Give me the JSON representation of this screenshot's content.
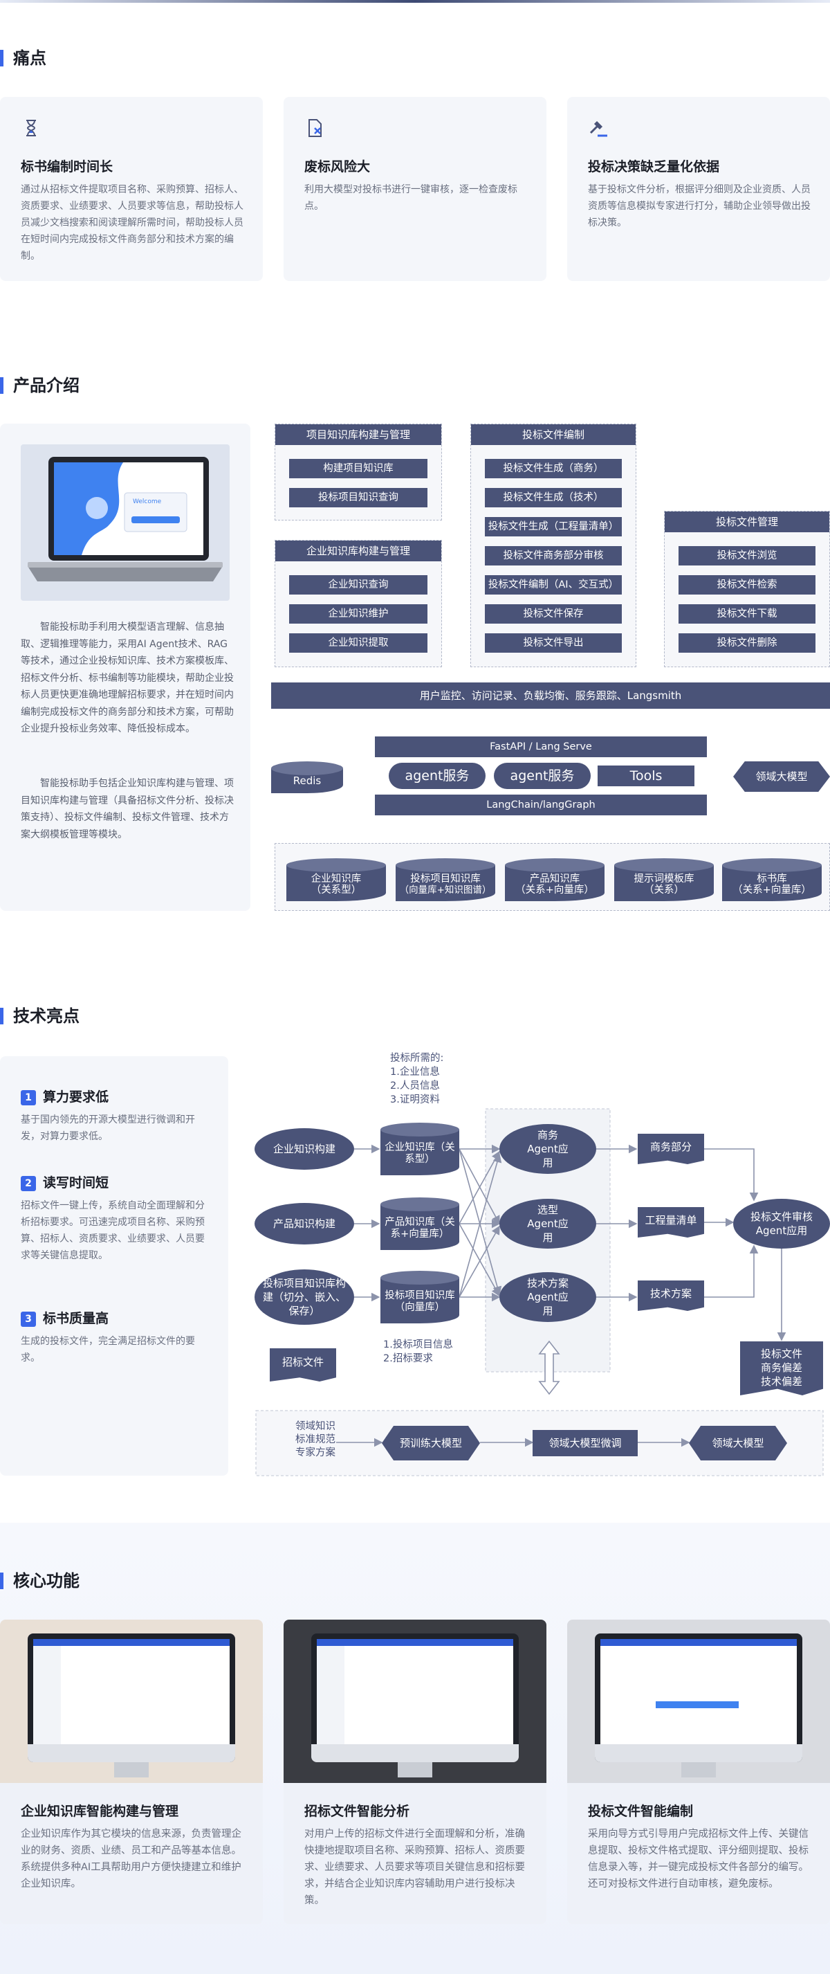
{
  "sections": {
    "pain": "痛点",
    "intro": "产品介绍",
    "tech": "技术亮点",
    "features": "核心功能"
  },
  "pain_cards": [
    {
      "icon": "hourglass-icon",
      "title": "标书编制时间长",
      "desc": "通过从招标文件提取项目名称、采购预算、招标人、资质要求、业绩要求、人员要求等信息，帮助投标人员减少文档搜索和阅读理解所需时间，帮助投标人员在短时间内完成投标文件商务部分和技术方案的编制。"
    },
    {
      "icon": "document-reject-icon",
      "title": "废标风险大",
      "desc": "利用大模型对投标书进行一键审核，逐一检查废标点。"
    },
    {
      "icon": "gavel-icon",
      "title": "投标决策缺乏量化依据",
      "desc": "基于投标文件分析，根据评分细则及企业资质、人员资质等信息模拟专家进行打分，辅助企业领导做出投标决策。"
    }
  ],
  "intro": {
    "p1": "智能投标助手利用大模型语言理解、信息抽取、逻辑推理等能力，采用AI Agent技术、RAG等技术，通过企业投标知识库、技术方案模板库、招标文件分析、标书编制等功能模块，帮助企业投标人员更快更准确地理解招标要求，并在短时间内编制完成投标文件的商务部分和技术方案，可帮助企业提升投标业务效率、降低投标成本。",
    "p2": "智能投标助手包括企业知识库构建与管理、项目知识库构建与管理（具备招标文件分析、投标决策支持）、投标文件编制、投标文件管理、技术方案大纲模板管理等模块。",
    "screen_banner": "Welcome"
  },
  "arch": {
    "modules": [
      {
        "title": "项目知识库构建与管理",
        "items": [
          "构建项目知识库",
          "投标项目知识查询"
        ]
      },
      {
        "title": "企业知识库构建与管理",
        "items": [
          "企业知识查询",
          "企业知识维护",
          "企业知识提取"
        ]
      },
      {
        "title": "投标文件编制",
        "items": [
          "投标文件生成（商务）",
          "投标文件生成（技术）",
          "投标文件生成（工程量清单）",
          "投标文件商务部分审核",
          "投标文件编制（AI、交互式）",
          "投标文件保存",
          "投标文件导出"
        ]
      },
      {
        "title": "投标文件管理",
        "items": [
          "投标文件浏览",
          "投标文件检索",
          "投标文件下载",
          "投标文件删除"
        ]
      }
    ],
    "monitor_bar": "用户监控、访问记录、负载均衡、服务跟踪、Langsmith",
    "fastapi": "FastAPI / Lang Serve",
    "agent1": "agent服务",
    "agent2": "agent服务",
    "tools": "Tools",
    "langchain": "LangChain/langGraph",
    "redis": "Redis",
    "domain_model": "领域大模型",
    "dbs": [
      {
        "l1": "企业知识库",
        "l2": "（关系型）"
      },
      {
        "l1": "投标项目知识库",
        "l2": "（向量库+知识图谱）"
      },
      {
        "l1": "产品知识库",
        "l2": "（关系+向量库）"
      },
      {
        "l1": "提示词模板库",
        "l2": "（关系）"
      },
      {
        "l1": "标书库",
        "l2": "（关系+向量库）"
      }
    ]
  },
  "tech_points": [
    {
      "num": "1",
      "title": "算力要求低",
      "desc": "基于国内领先的开源大模型进行微调和开发，对算力要求低。"
    },
    {
      "num": "2",
      "title": "读写时间短",
      "desc": "招标文件一键上传，系统自动全面理解和分析招标要求。可迅速完成项目名称、采购预算、招标人、资质要求、业绩要求、人员要求等关键信息提取。"
    },
    {
      "num": "3",
      "title": "标书质量高",
      "desc": "生成的投标文件，完全满足招标文件的要求。"
    }
  ],
  "flow": {
    "need_title": "投标所需的:",
    "need_items": [
      "1.企业信息",
      "2.人员信息",
      "3.证明资料"
    ],
    "build1": "企业知识构建",
    "build2": "产品知识构建",
    "build3": "投标项目知识库构建（切分、嵌入、保存）",
    "db1": "企业知识库（关系型）",
    "db2": "产品知识库（关系+向量库）",
    "db3": "投标项目知识库（向量库）",
    "agent1": "商务Agent应用",
    "agent2": "选型Agent应用",
    "agent3": "技术方案Agent应用",
    "out1": "商务部分",
    "out2": "工程量清单",
    "out3": "技术方案",
    "review": "投标文件审核Agent应用",
    "review_out": "投标文件商务偏差技术偏差",
    "proj_items": [
      "1.投标项目信息",
      "2.招标要求"
    ],
    "tender_doc": "招标文件",
    "domain_src": "领域知识标准规范专家方案",
    "pretrain": "预训练大模型",
    "finetune": "领域大模型微调",
    "domain_model": "领域大模型"
  },
  "features": [
    {
      "title": "企业知识库智能构建与管理",
      "desc": "企业知识库作为其它模块的信息来源，负责管理企业的财务、资质、业绩、员工和产品等基本信息。系统提供多种AI工具帮助用户方便快捷建立和维护企业知识库。"
    },
    {
      "title": "招标文件智能分析",
      "desc": "对用户上传的招标文件进行全面理解和分析，准确快捷地提取项目名称、采购预算、招标人、资质要求、业绩要求、人员要求等项目关键信息和招标要求，并结合企业知识库内容辅助用户进行投标决策。"
    },
    {
      "title": "投标文件智能编制",
      "desc": "采用向导方式引导用户完成招标文件上传、关键信息提取、投标文件格式提取、评分细则提取、投标信息录入等，并一键完成投标文件各部分的编写。还可对投标文件进行自动审核，避免废标。"
    }
  ],
  "colors": {
    "accent": "#3a66e8",
    "node": "#4a5378",
    "card": "#f4f6fa"
  }
}
